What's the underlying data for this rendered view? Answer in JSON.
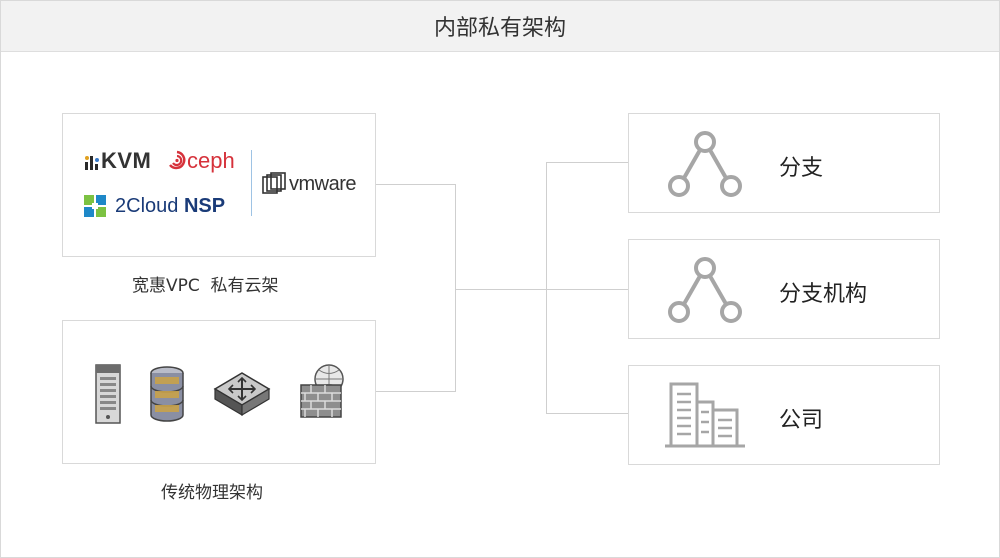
{
  "title": "内部私有架构",
  "cloud_box": {
    "caption": "宽惠VPC  私有云架",
    "logos": {
      "kvm": "KVM",
      "ceph": "ceph",
      "cloud_prefix": "2Cloud",
      "cloud_suffix": "NSP",
      "vmware": "vmware"
    }
  },
  "physical_box": {
    "caption": "传统物理架构",
    "icons": [
      "server-tower-icon",
      "database-icon",
      "network-switch-icon",
      "firewall-icon"
    ]
  },
  "branches": [
    {
      "label": "分支",
      "icon": "branch-icon"
    },
    {
      "label": "分支机构",
      "icon": "branch-icon"
    },
    {
      "label": "公司",
      "icon": "building-icon"
    }
  ],
  "colors": {
    "line": "#cfcfcf",
    "icon_gray": "#a6a6a6",
    "ceph_red": "#d6323b",
    "cloud_blue": "#1a3b78"
  }
}
